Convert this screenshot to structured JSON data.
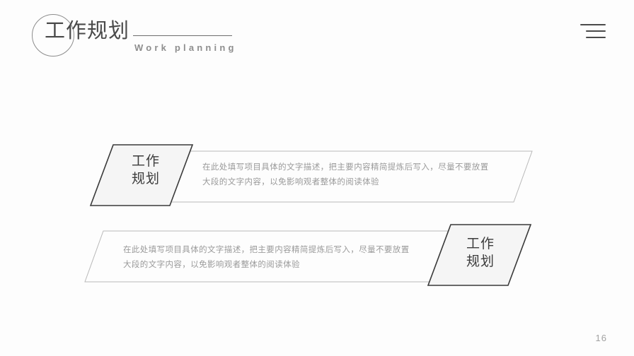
{
  "header": {
    "title": "工作规划",
    "subtitle": "Work planning",
    "menu_icon": "hamburger-menu-icon"
  },
  "colors": {
    "background": "#fdfdfd",
    "tag_border_dark": "#3a3a3a",
    "tag_fill": "#f5f5f5",
    "band_border_light": "#b9b9b9",
    "title_text": "#4a4a4a",
    "subtitle_text": "#8e8e8e",
    "body_text": "#9a9a9a",
    "page_number_text": "#a2a2a2"
  },
  "bands": [
    {
      "tag_label": "工作\n规划",
      "tag_position": "left",
      "body": "在此处填写项目具体的文字描述，把主要内容精简提炼后写入，尽量不要放置大段的文字内容，以免影响观者整体的阅读体验"
    },
    {
      "tag_label": "工作\n规划",
      "tag_position": "right",
      "body": "在此处填写项目具体的文字描述，把主要内容精简提炼后写入，尽量不要放置大段的文字内容，以免影响观者整体的阅读体验"
    }
  ],
  "footer": {
    "page_number": "16"
  }
}
